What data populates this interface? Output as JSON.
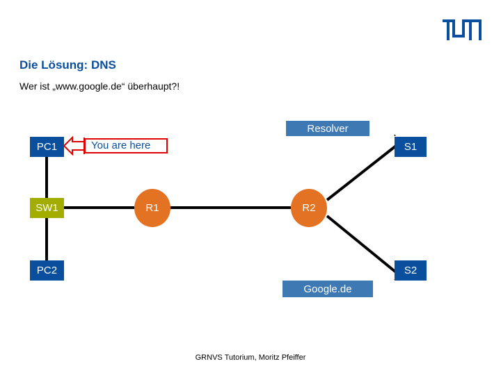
{
  "header": {
    "logo_icon": "tum-logo-icon",
    "title": "Die Lösung: DNS",
    "subtitle": "Wer ist „www.google.de“ überhaupt?!"
  },
  "diagram": {
    "nodes": {
      "pc1": "PC1",
      "sw1": "SW1",
      "pc2": "PC2",
      "r1": "R1",
      "r2": "R2",
      "s1": "S1",
      "s2": "S2"
    },
    "labels": {
      "resolver": "Resolver",
      "google": "Google.de"
    },
    "callout": "You are here"
  },
  "colors": {
    "tum_blue": "#0a4f9e",
    "label_blue": "#3f79b4",
    "olive": "#a2ad00",
    "orange": "#e37222",
    "callout_red": "#e00000"
  },
  "footer": {
    "text": "GRNVS Tutorium, Moritz Pfeiffer"
  }
}
